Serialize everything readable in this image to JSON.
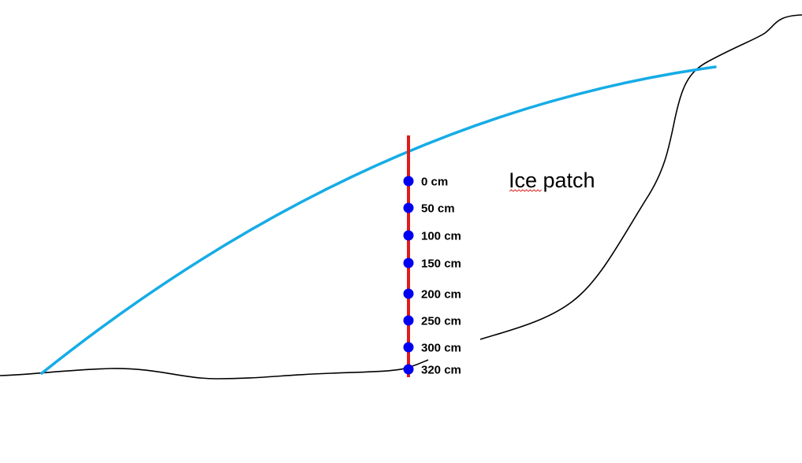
{
  "diagram": {
    "region_label": "Ice patch",
    "colors": {
      "ice_surface": "#16ace6",
      "ground": "#000000",
      "pole": "#e01b1b",
      "markers": "#0000f0",
      "spellcheck_underline": "#e02020"
    },
    "depth_markers": [
      {
        "label": "0 cm",
        "depth_cm": 0
      },
      {
        "label": "50 cm",
        "depth_cm": 50
      },
      {
        "label": "100 cm",
        "depth_cm": 100
      },
      {
        "label": "150 cm",
        "depth_cm": 150
      },
      {
        "label": "200 cm",
        "depth_cm": 200
      },
      {
        "label": "250 cm",
        "depth_cm": 250
      },
      {
        "label": "300 cm",
        "depth_cm": 300
      },
      {
        "label": "320 cm",
        "depth_cm": 320
      }
    ]
  }
}
